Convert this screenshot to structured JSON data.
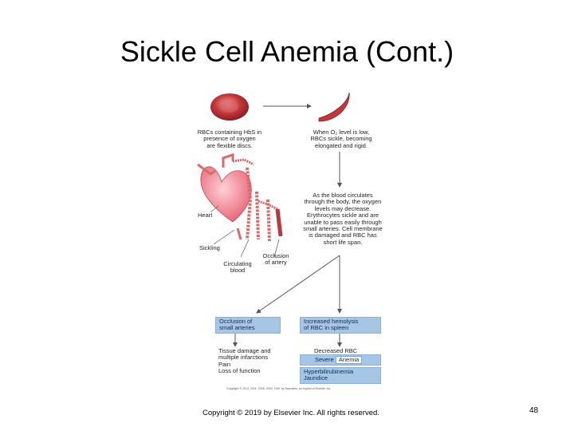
{
  "slide": {
    "title": "Sickle Cell Anemia (Cont.)",
    "footer": "Copyright © 2019 by Elsevier Inc. All rights reserved.",
    "page_number": "48"
  },
  "figure": {
    "rbc_normal_label": "RBCs containing HbS in\npresence of oxygen\nare flexible discs.",
    "rbc_sickle_label": "When O₂ level is low,\nRBCs sickle, becoming\nelongated and rigid.",
    "circulation_label": "As the blood circulates\nthrough the body, the oxygen\nlevels may decrease.\nErythrocytes sickle and are\nunable to pass easily through\nsmall arteries. Cell membrane\nis damaged and RBC has\nshort life span.",
    "heart_label": "Heart",
    "sickling_label": "Sickling",
    "circulating_blood_label": "Circulating\nblood",
    "occlusion_artery_label": "Occlusion\nof artery",
    "box_occlusion_small": "Occlusion of\nsmall arteries",
    "box_hemolysis": "Increased hemolysis\nof RBC in spleen",
    "tissue_damage_label": "Tissue damage and\nmultiple infarctions\nPain\nLoss of function",
    "decreased_rbc_label": "Decreased RBC",
    "severe_label": "Severe",
    "anemia_label": "Anemia",
    "box_hyperbili": "Hyperbilirubinemia\nJaundice",
    "figure_copyright": "Copyright © 2014, 2011, 2006, 2003, 1997 by Saunders, an imprint of Elsevier Inc."
  },
  "colors": {
    "rbc": "#c4383c",
    "box_fill": "#a6c6e6",
    "arrow": "#555555",
    "vessel": "#d86a6a"
  }
}
